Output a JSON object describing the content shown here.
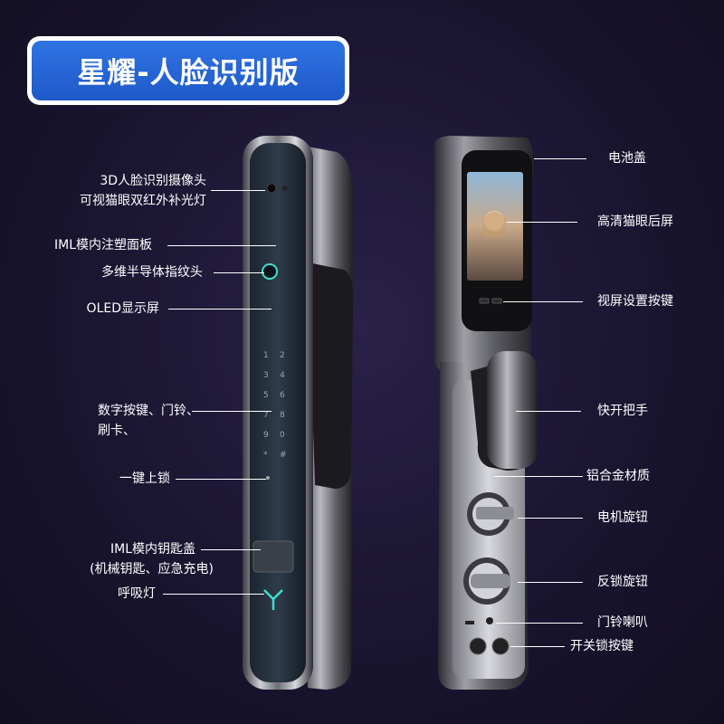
{
  "title": "星耀-人脸识别版",
  "left_labels": {
    "camera_line1": "3D人脸识别摄像头",
    "camera_line2": "可视猫眼双红外补光灯",
    "iml_panel": "IML模内注塑面板",
    "fingerprint": "多维半导体指纹头",
    "oled": "OLED显示屏",
    "keypad_line1": "数字按键、门铃、",
    "keypad_line2": "刷卡、",
    "one_key_lock": "一键上锁",
    "key_cover_line1": "IML模内钥匙盖",
    "key_cover_line2": "(机械钥匙、应急充电)",
    "breathing_light": "呼吸灯"
  },
  "right_labels": {
    "battery_cover": "电池盖",
    "hd_screen": "高清猫眼后屏",
    "screen_buttons": "视屏设置按键",
    "quick_handle": "快开把手",
    "aluminum": "铝合金材质",
    "motor_knob": "电机旋钮",
    "anti_lock_knob": "反锁旋钮",
    "doorbell_speaker": "门铃喇叭",
    "switch_button": "开关锁按键"
  },
  "keypad_digits": [
    "1",
    "2",
    "3",
    "4",
    "5",
    "6",
    "7",
    "8",
    "9",
    "*",
    "0",
    "#"
  ],
  "colors": {
    "title_bg": "#1f59c9",
    "background": "#1a1530",
    "accent_cyan": "#3fe0d0"
  }
}
